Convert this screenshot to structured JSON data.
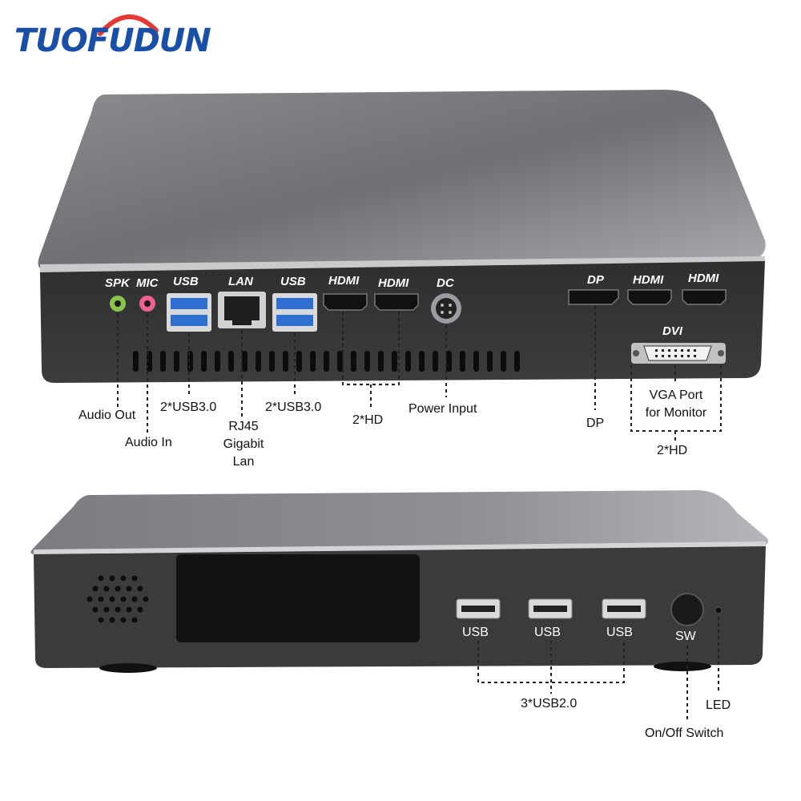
{
  "brand": {
    "logo_text": "TUOFUDUN"
  },
  "rear_panel": {
    "ports": {
      "spk": "SPK",
      "mic": "MIC",
      "usb_a": "USB",
      "lan": "LAN",
      "usb_b": "USB",
      "hdmi_a": "HDMI",
      "hdmi_b": "HDMI",
      "dc": "DC",
      "dp": "DP",
      "hdmi_c": "HDMI",
      "hdmi_d": "HDMI",
      "dvi": "DVI"
    },
    "callouts": {
      "audio_out": "Audio Out",
      "audio_in": "Audio In",
      "usb3_left": "2*USB3.0",
      "rj45_line1": "RJ45",
      "rj45_line2": "Gigabit Lan",
      "usb3_right": "2*USB3.0",
      "hd_left": "2*HD",
      "power_input": "Power Input",
      "dp": "DP",
      "vga_line1": "VGA Port",
      "vga_line2": "for Monitor",
      "hd_right": "2*HD"
    }
  },
  "front_panel": {
    "ports": {
      "usb1": "USB",
      "usb2": "USB",
      "usb3": "USB",
      "sw": "SW"
    },
    "callouts": {
      "usb2": "3*USB2.0",
      "led": "LED",
      "switch": "On/Off Switch"
    }
  }
}
